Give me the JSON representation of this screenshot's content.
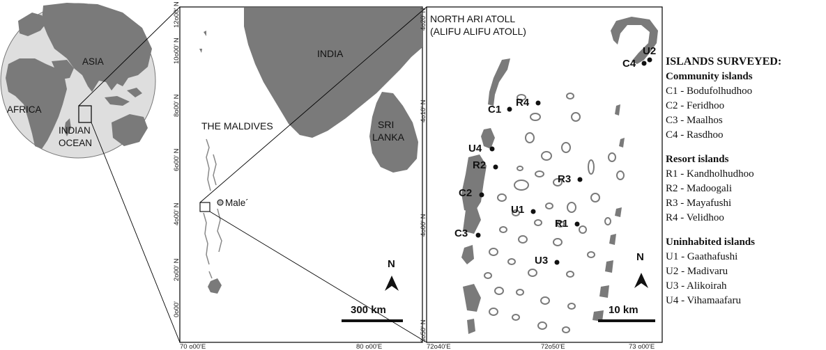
{
  "globe": {
    "labels": {
      "asia": "ASIA",
      "africa": "AFRICA",
      "indian_ocean": [
        "INDIAN",
        "OCEAN"
      ]
    }
  },
  "maldives_map": {
    "labels": {
      "india": "INDIA",
      "sri_lanka": [
        "SRI",
        "LANKA"
      ],
      "maldives": "THE MALDIVES",
      "male": "Male´"
    },
    "lat_ticks": [
      "0o00'",
      "2o00' N",
      "4o00' N",
      "6o00' N",
      "8o00' N",
      "10o00' N",
      "12o00' N"
    ],
    "lon_ticks": [
      "70 o00'E",
      "80 o00'E"
    ],
    "north": "N",
    "scale": "300 km"
  },
  "atoll_map": {
    "title": [
      "NORTH ARI ATOLL",
      "(ALIFU ALIFU ATOLL)"
    ],
    "lat_ticks": [
      "3o50' N",
      "4o00' N",
      "4o10' N",
      "4o20' N"
    ],
    "lon_ticks": [
      "72o40'E",
      "72o50'E",
      "73 o00'E"
    ],
    "north": "N",
    "scale": "10 km",
    "sites": [
      {
        "code": "C1"
      },
      {
        "code": "R4"
      },
      {
        "code": "U2"
      },
      {
        "code": "C4"
      },
      {
        "code": "U4"
      },
      {
        "code": "R2"
      },
      {
        "code": "R3"
      },
      {
        "code": "C2"
      },
      {
        "code": "U1"
      },
      {
        "code": "R1"
      },
      {
        "code": "C3"
      },
      {
        "code": "U3"
      }
    ]
  },
  "legend": {
    "title": "ISLANDS SURVEYED:",
    "groups": [
      {
        "name": "Community islands",
        "items": [
          "C1 - Bodufolhudhoo",
          "C2 - Feridhoo",
          "C3 - Maalhos",
          "C4 - Rasdhoo"
        ]
      },
      {
        "name": "Resort islands",
        "items": [
          "R1 - Kandholhudhoo",
          "R2 - Madoogali",
          "R3 - Mayafushi",
          "R4 - Velidhoo"
        ]
      },
      {
        "name": "Uninhabited islands",
        "items": [
          "U1 - Gaathafushi",
          "U2 - Madivaru",
          "U3 - Alikoirah",
          "U4 - Vihamaafaru"
        ]
      }
    ]
  },
  "colors": {
    "land": "#7a7a7a",
    "ocean_globe": "#dcdcdc",
    "frame": "#000000"
  }
}
